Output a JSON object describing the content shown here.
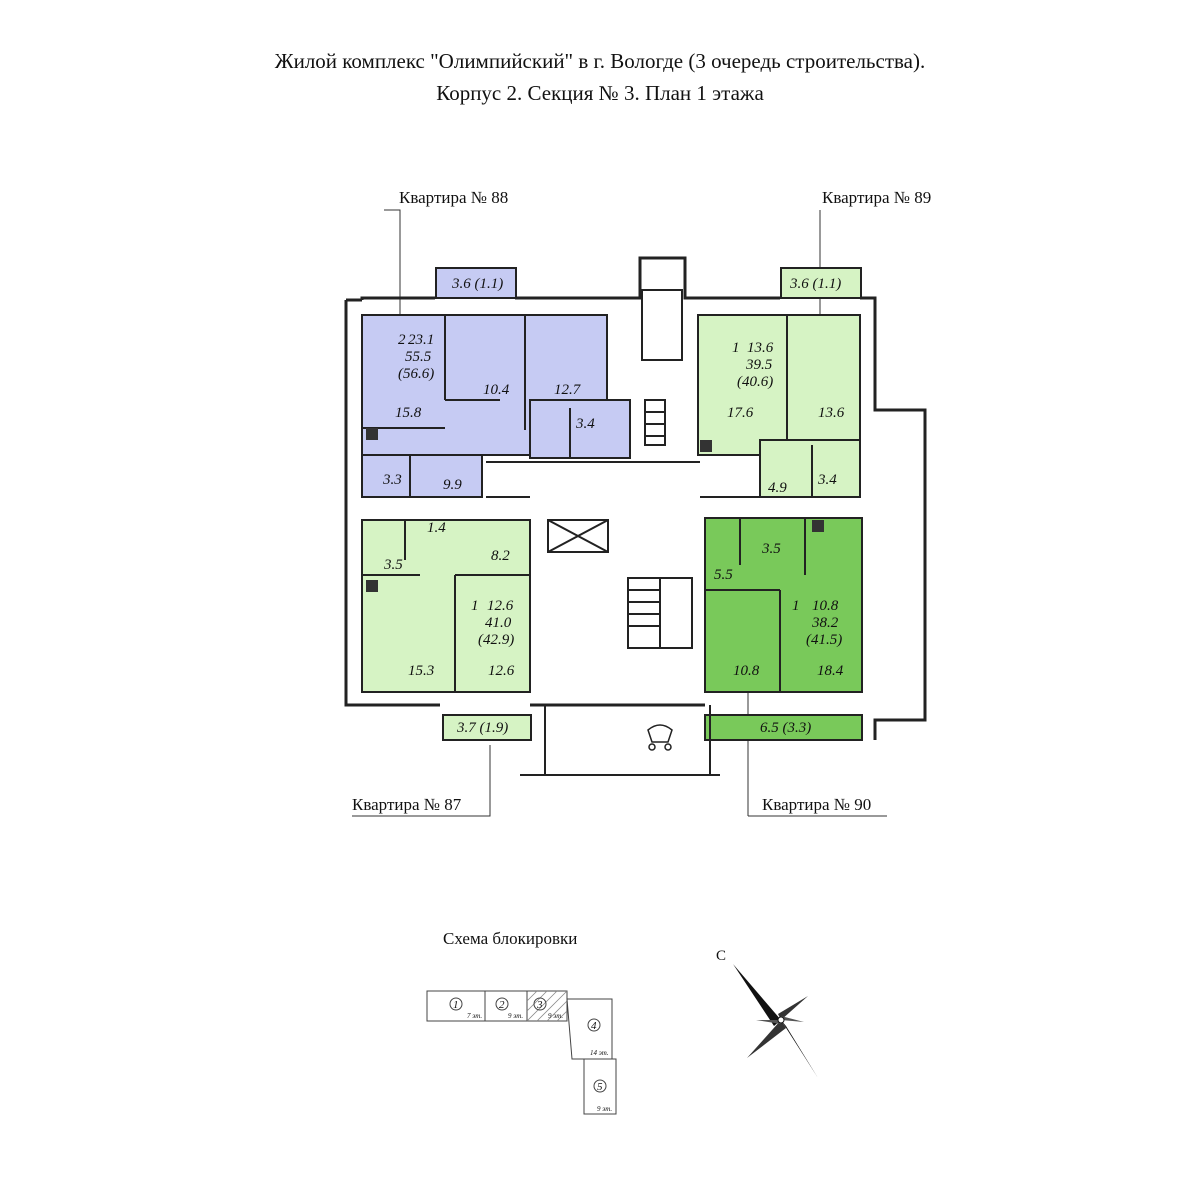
{
  "title": {
    "line1": "Жилой комплекс \"Олимпийский\" в г. Вологде (3 очередь строительства).",
    "line2": "Корпус 2. Секция № 3. План 1 этажа"
  },
  "colors": {
    "apt88": "#c6cbf3",
    "apt89": "#d6f3c4",
    "apt87": "#d6f3c4",
    "apt90": "#79c95a",
    "wall": "#222222"
  },
  "apartments": {
    "a88": {
      "label": "Квартира № 88",
      "balcony": "3.6 (1.1)",
      "rooms_count": "2",
      "living_area": "23.1",
      "total_area": "55.5",
      "total_with_balcony": "(56.6)",
      "rooms": [
        "15.8",
        "10.4",
        "12.7",
        "3.4",
        "3.3",
        "9.9"
      ]
    },
    "a89": {
      "label": "Квартира № 89",
      "balcony": "3.6 (1.1)",
      "rooms_count": "1",
      "living_area": "13.6",
      "total_area": "39.5",
      "total_with_balcony": "(40.6)",
      "rooms": [
        "17.6",
        "13.6",
        "4.9",
        "3.4"
      ]
    },
    "a87": {
      "label": "Квартира № 87",
      "balcony": "3.7 (1.9)",
      "rooms_count": "1",
      "living_area": "12.6",
      "total_area": "41.0",
      "total_with_balcony": "(42.9)",
      "rooms": [
        "1.4",
        "3.5",
        "8.2",
        "15.3",
        "12.6"
      ]
    },
    "a90": {
      "label": "Квартира № 90",
      "balcony": "6.5 (3.3)",
      "rooms_count": "1",
      "living_area": "10.8",
      "total_area": "38.2",
      "total_with_balcony": "(41.5)",
      "rooms": [
        "3.5",
        "5.5",
        "10.8",
        "18.4"
      ]
    }
  },
  "scheme": {
    "title": "Схема блокировки",
    "sections": [
      {
        "num": "1",
        "floors": "7 эт."
      },
      {
        "num": "2",
        "floors": "9 эт."
      },
      {
        "num": "3",
        "floors": "9 эт."
      },
      {
        "num": "4",
        "floors": "14 эт."
      },
      {
        "num": "5",
        "floors": "9 эт."
      }
    ]
  },
  "compass": {
    "north": "С"
  }
}
